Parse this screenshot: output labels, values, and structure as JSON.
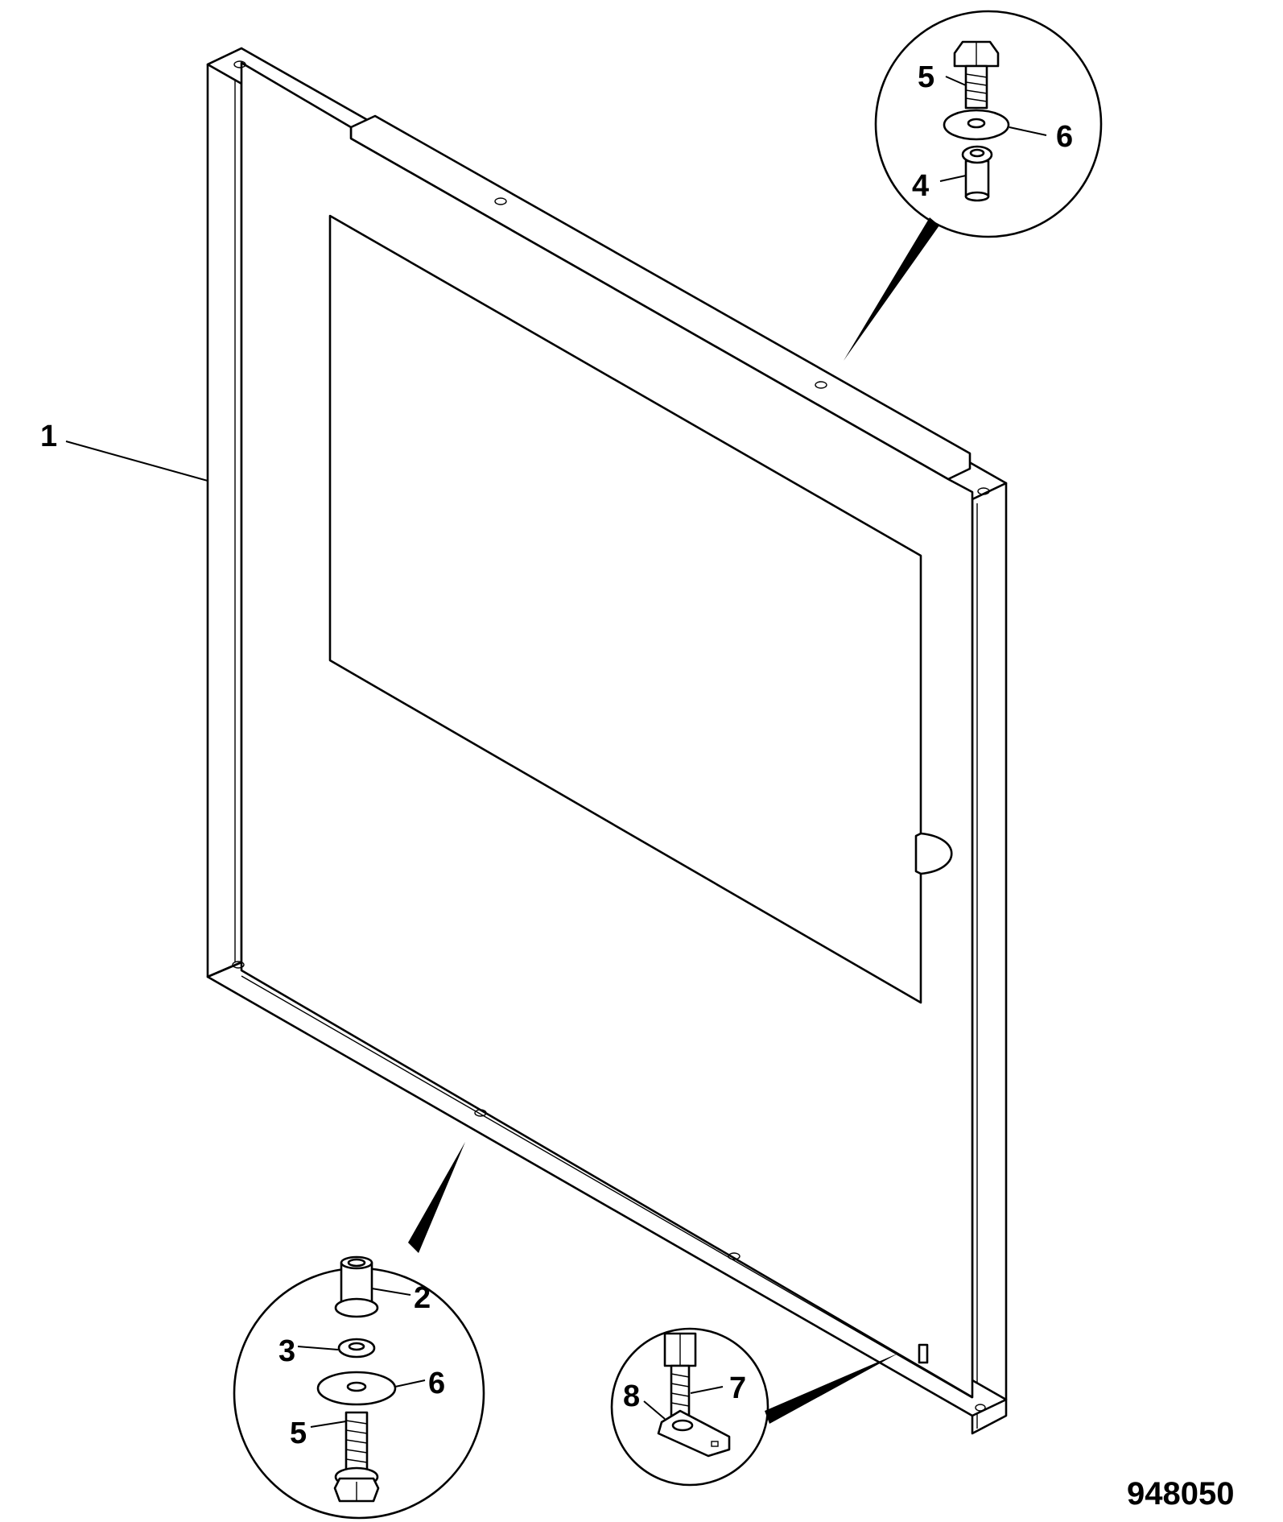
{
  "drawing_number": "948050",
  "callouts": {
    "frame": "1",
    "spacer_bottom": "2",
    "washer_small": "3",
    "spacer_top": "4",
    "bolt_top": "5",
    "washer_large_top": "6",
    "bolt_bottom": "5",
    "washer_large_bottom": "6",
    "screw": "7",
    "tag": "8"
  }
}
